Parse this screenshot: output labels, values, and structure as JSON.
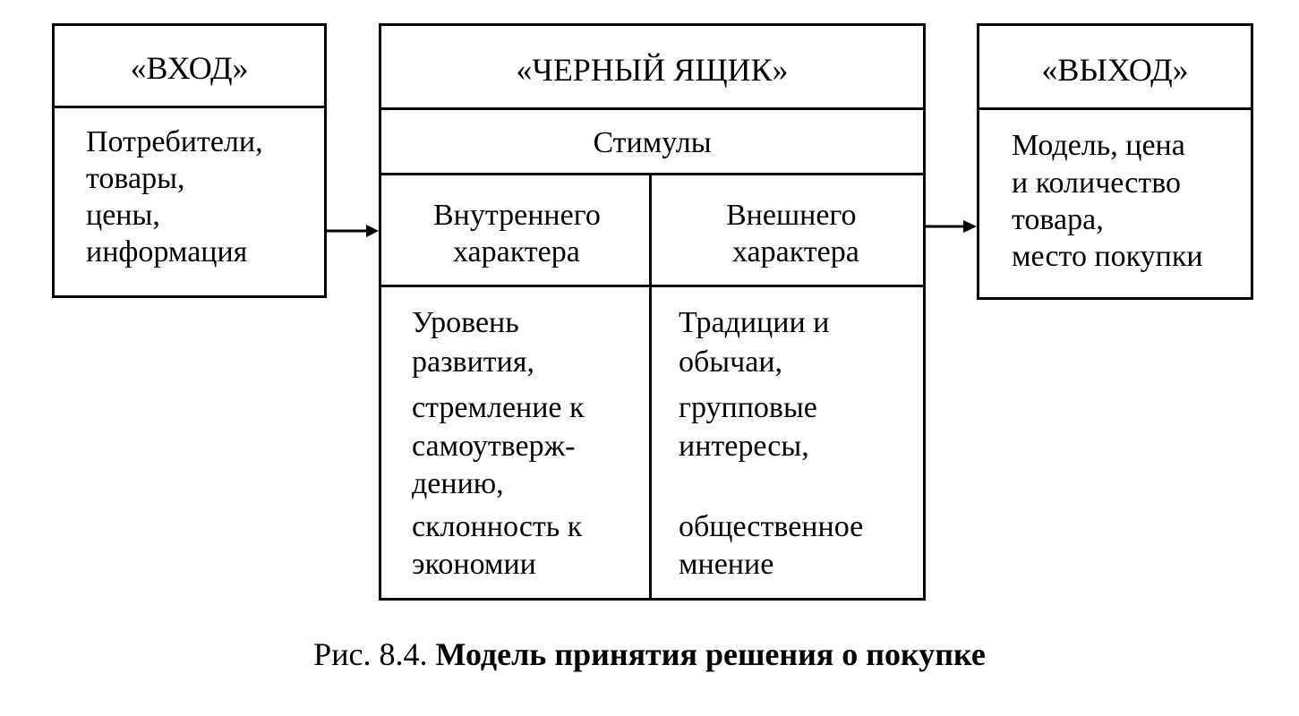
{
  "input_box": {
    "title": "«ВХОД»",
    "lines": [
      "Потребители,",
      "товары,",
      "цены,",
      "информация"
    ]
  },
  "black_box": {
    "title": "«ЧЕРНЫЙ ЯЩИК»",
    "stimuli": "Стимулы",
    "internal": {
      "header": [
        "Внутреннего",
        "характера"
      ],
      "items": [
        "Уровень",
        "развития,",
        "стремление к",
        "самоутверж-",
        "дению,",
        "склонность к",
        "экономии"
      ]
    },
    "external": {
      "header": [
        "Внешнего",
        "характера"
      ],
      "items": [
        "Традиции и",
        "обычаи,",
        "групповые",
        "интересы,",
        "общественное",
        "мнение"
      ]
    }
  },
  "output_box": {
    "title": "«ВЫХОД»",
    "lines": [
      "Модель, цена",
      "и количество",
      "товара,",
      "место покупки"
    ]
  },
  "caption": {
    "prefix": "Рис. 8.4.",
    "title": "Модель принятия решения о покупке"
  }
}
